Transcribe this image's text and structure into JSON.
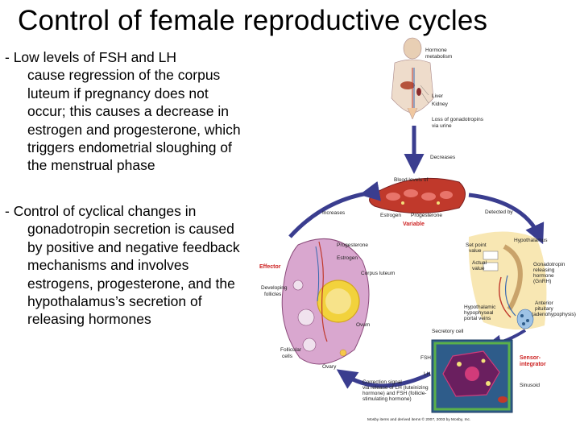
{
  "slide": {
    "title": "Control of female reproductive cycles",
    "bullets": [
      {
        "first": "- Low levels of FSH and LH",
        "rest": "cause regression of the corpus luteum if pregnancy does not occur; this causes a decrease in estrogen and progesterone, which triggers endometrial sloughing of the menstrual phase"
      },
      {
        "first": "- Control of cyclical changes in",
        "rest": "gonadotropin secretion is caused by positive and negative feedback mechanisms and involves estrogens, progesterone, and the hypothalamus’s secretion of releasing hormones"
      }
    ]
  },
  "figure": {
    "labels": {
      "hormone_metabolism": [
        "Hormone",
        "metabolism"
      ],
      "liver": "Liver",
      "kidney": "Kidney",
      "loss_gonadotropins": [
        "Loss of gonadotropins",
        "via urine"
      ],
      "decreases": "Decreases",
      "blood_levels": "Blood          levels of",
      "estrogen": "Estrogen",
      "progesterone": "Progesterone",
      "variable": "Variable",
      "increases": "Increases",
      "detected_by": "Detected by",
      "set_point": [
        "Set point",
        "value"
      ],
      "actual_value": [
        "Actual",
        "value"
      ],
      "hypothalamus": "Hypothalamus",
      "gnrh": [
        "Gonadotropin",
        "releasing",
        "hormone",
        "(GnRH)"
      ],
      "hypophyseal_veins": [
        "Hypothalamic",
        "hypophyseal",
        "portal veins"
      ],
      "anterior_pituitary": [
        "Anterior",
        "pituitary",
        "(adenohypophysis)"
      ],
      "effector": "Effector",
      "progesterone_ovary": "Progesterone",
      "estrogen_ovary": "Estrogen",
      "corpus_luteum": "Corpus luteum",
      "developing_follicles": [
        "Developing",
        "follicles"
      ],
      "ovum": "Ovum",
      "secretory_cell": "Secretory cell",
      "follicular_cells": [
        "Follicular",
        "cells"
      ],
      "ovary": "Ovary",
      "fsh": "FSH",
      "lh": "LH",
      "sensor_integrator": [
        "Sensor-",
        "integrator"
      ],
      "sinusoid": "Sinusoid",
      "correction": [
        "Correction signal",
        "via release of LH (luteinizing",
        "hormone) and FSH (follicle-",
        "stimulating hormone)"
      ],
      "credit": "Mosby items and derived items © 2007, 2003 by Mosby, Inc."
    },
    "colors": {
      "arrow": "#3a3d8f",
      "effector_red": "#cc1f1f",
      "vessel": "#c0392b",
      "ovary": "#d9a7cf",
      "pituitary_bg": "#f7e3a6",
      "sensor_cell": "#2e5c8a"
    }
  }
}
